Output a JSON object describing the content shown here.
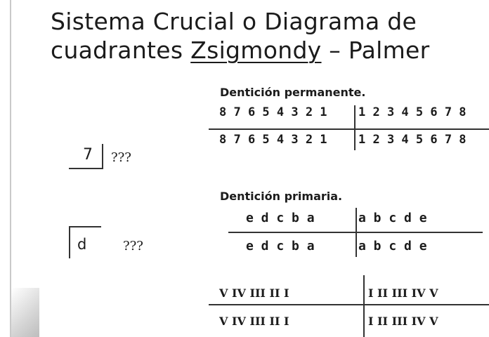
{
  "slide": {
    "title_line1": "Sistema Crucial o Diagrama de",
    "title_line2_before": "cuadrantes ",
    "title_line2_underlined": "Zsigmondy",
    "title_line2_after": " – Palmer"
  },
  "permanent": {
    "label": "Dentición permanente.",
    "upper_left": "8 7 6 5 4 3 2 1",
    "upper_right": "1 2 3 4 5 6 7 8",
    "lower_left": "8 7 6 5 4 3 2 1",
    "lower_right": "1 2 3 4 5 6 7 8"
  },
  "primary": {
    "label": "Dentición primaria.",
    "upper_left": "e d c b a",
    "upper_right": "a b c d e",
    "lower_left": "e d c b a",
    "lower_right": "a b c d e"
  },
  "roman": {
    "upper_left": "V IV III II I",
    "upper_right": "I II III IV V",
    "lower_left": "V IV III II I",
    "lower_right": "I II III IV V"
  },
  "examples": {
    "ex1_tooth": "7",
    "ex1_question": "???",
    "ex2_tooth": "d",
    "ex2_question": "???"
  }
}
